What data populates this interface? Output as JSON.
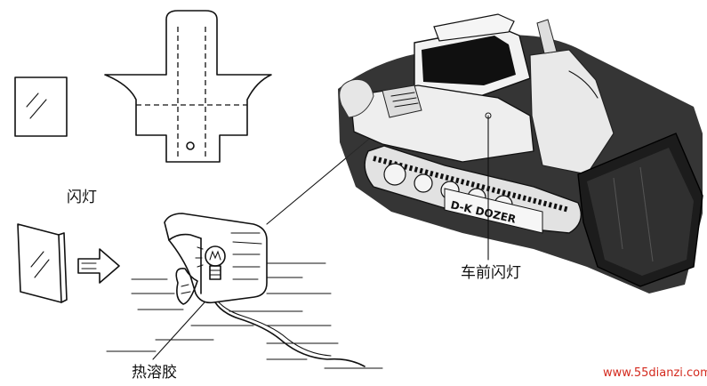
{
  "labels": {
    "flash_lamp": "闪灯",
    "front_flash_lamp": "车前闪灯",
    "hot_melt_glue": "热溶胶"
  },
  "photo": {
    "body_text": "D-K DOZER"
  },
  "watermark": "www.55dianzi.com"
}
